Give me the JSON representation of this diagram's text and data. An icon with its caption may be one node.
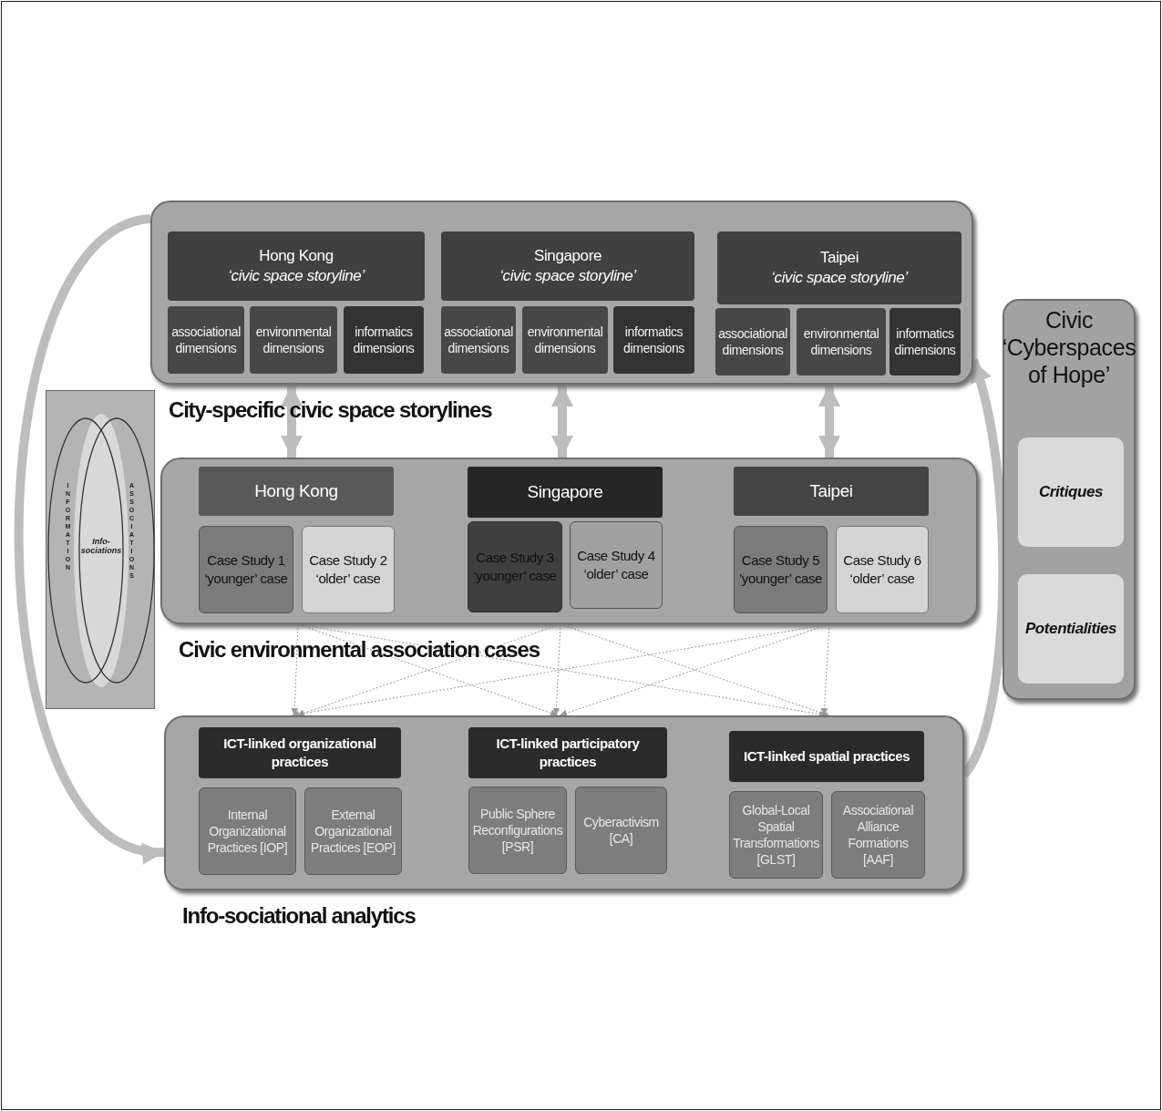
{
  "diagram": {
    "nodes": [
      {
        "text": [
          "City-specific civic space storylines"
        ]
      },
      {
        "text": [
          "Hong Kong",
          "‘civic space storyline’"
        ],
        "in": 0
      },
      {
        "text": [
          "associational dimensions"
        ],
        "in": 0
      },
      {
        "text": [
          "environmental dimensions"
        ],
        "in": 0
      },
      {
        "text": [
          "informatics dimensions"
        ],
        "in": 0
      },
      {
        "text": [
          "Singapore",
          "‘civic space storyline’"
        ],
        "in": 0
      },
      {
        "text": [
          "associational dimensions"
        ],
        "in": 0
      },
      {
        "text": [
          "environmental dimensions"
        ],
        "in": 0
      },
      {
        "text": [
          "informatics dimensions"
        ],
        "in": 0
      },
      {
        "text": [
          "Taipei",
          "‘civic space storyline’"
        ],
        "in": 0
      },
      {
        "text": [
          "associational dimensions"
        ],
        "in": 0
      },
      {
        "text": [
          "environmental dimensions"
        ],
        "in": 0
      },
      {
        "text": [
          "informatics dimensions"
        ],
        "in": 0
      },
      {
        "text": [
          "Civic environmental association cases"
        ]
      },
      {
        "text": [
          "Hong Kong"
        ],
        "in": 13
      },
      {
        "text": [
          "Case Study 1 ‘younger’ case"
        ],
        "in": 13
      },
      {
        "text": [
          "Case Study 2 ‘older’ case"
        ],
        "in": 13
      },
      {
        "text": [
          "Singapore"
        ],
        "in": 13
      },
      {
        "text": [
          "Case Study 3 ‘younger’ case"
        ],
        "in": 13
      },
      {
        "text": [
          "Case Study 4 ‘older’ case"
        ],
        "in": 13
      },
      {
        "text": [
          "Taipei"
        ],
        "in": 13
      },
      {
        "text": [
          "Case Study 5 ’younger’ case"
        ],
        "in": 13
      },
      {
        "text": [
          "Case Study 6 ‘older’ case"
        ],
        "in": 13
      },
      {
        "text": [
          "Info-sociational analytics"
        ]
      },
      {
        "text": [
          "ICT-linked organizational practices"
        ],
        "in": 23
      },
      {
        "text": [
          "Internal Organizational Practices [IOP]"
        ],
        "in": 23
      },
      {
        "text": [
          "External Organizational Practices [EOP]"
        ],
        "in": 23
      },
      {
        "text": [
          "ICT-linked participatory practices"
        ],
        "in": 23
      },
      {
        "text": [
          "Public Sphere Reconfigurations [PSR]"
        ],
        "in": 23
      },
      {
        "text": [
          "Cyberactivism [CA]"
        ],
        "in": 23
      },
      {
        "text": [
          "ICT-linked spatial practices"
        ],
        "in": 23
      },
      {
        "text": [
          "Global-Local Spatial Transformations [GLST]"
        ],
        "in": 23
      },
      {
        "text": [
          "Associational Alliance Formations [AAF]"
        ],
        "in": 23
      },
      {
        "text": [
          "Civic ‘Cyberspaces of Hope’"
        ]
      },
      {
        "text": [
          "Critiques"
        ],
        "in": 33
      },
      {
        "text": [
          "Potentialities"
        ],
        "in": 33
      },
      {
        "text": [
          "INFORMATION",
          "Info-sociations",
          "ASSOCIATIONS"
        ]
      }
    ],
    "edges": [
      {
        "from": 0,
        "to": 13,
        "arrow": "both",
        "style": "thick"
      },
      {
        "from": 0,
        "to": 13,
        "arrow": "both",
        "style": "thick"
      },
      {
        "from": 0,
        "to": 13,
        "arrow": "both",
        "style": "thick"
      },
      {
        "from": 13,
        "to": 23,
        "arrow": "to",
        "style": "dashed"
      },
      {
        "from": 13,
        "to": 23,
        "arrow": "to",
        "style": "dashed"
      },
      {
        "from": 13,
        "to": 23,
        "arrow": "to",
        "style": "dashed"
      },
      {
        "from": 13,
        "to": 23,
        "arrow": "to",
        "style": "dashed"
      },
      {
        "from": 13,
        "to": 23,
        "arrow": "to",
        "style": "dashed"
      },
      {
        "from": 13,
        "to": 23,
        "arrow": "to",
        "style": "dashed"
      },
      {
        "from": 13,
        "to": 23,
        "arrow": "to",
        "style": "dashed"
      },
      {
        "from": 13,
        "to": 23,
        "arrow": "to",
        "style": "dashed"
      },
      {
        "from": 13,
        "to": 23,
        "arrow": "to",
        "style": "dashed"
      },
      {
        "from": 0,
        "to": 23,
        "arrow": "to",
        "style": "thick"
      },
      {
        "from": 23,
        "to": 0,
        "arrow": "to",
        "style": "thick"
      }
    ]
  }
}
